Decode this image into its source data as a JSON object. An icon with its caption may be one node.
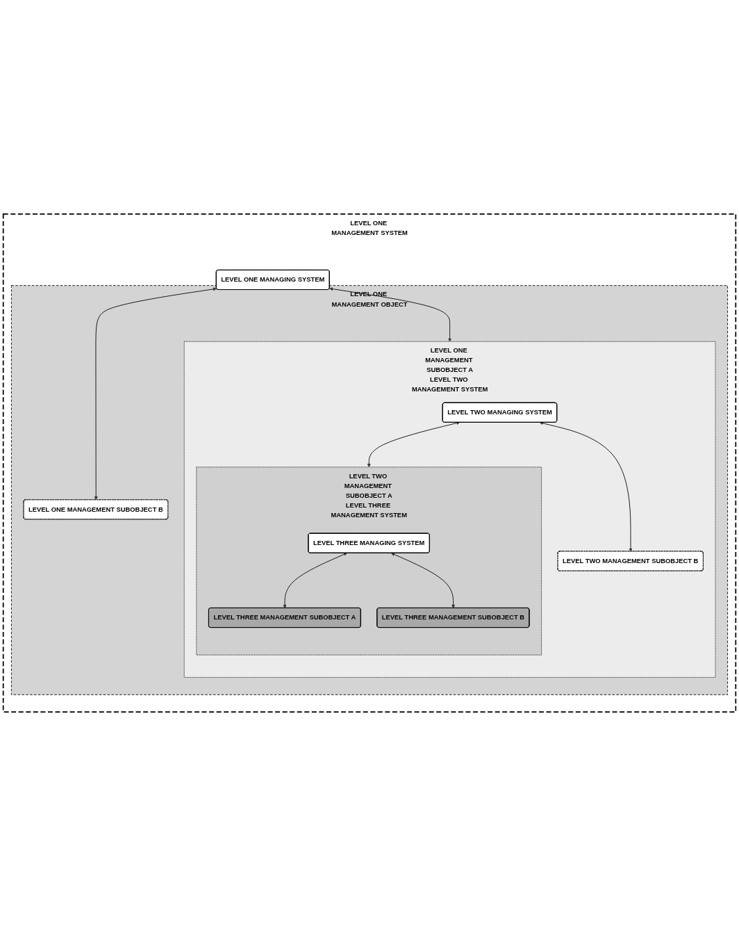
{
  "diagram": {
    "nodes": [
      {
        "text": [
          "LEVEL ONE MANAGEMENT SYSTEM"
        ]
      },
      {
        "text": [
          "LEVEL ONE MANAGING SYSTEM"
        ],
        "in": 0
      },
      {
        "text": [
          "LEVEL ONE MANAGEMENT OBJECT"
        ],
        "in": 0
      },
      {
        "text": [
          "LEVEL ONE MANAGEMENT SUBOBJECT A",
          "LEVEL TWO MANAGEMENT SYSTEM"
        ],
        "in": 2
      },
      {
        "text": [
          "LEVEL TWO MANAGING SYSTEM"
        ],
        "in": 3
      },
      {
        "text": [
          "LEVEL TWO MANAGEMENT SUBOBJECT A",
          "LEVEL THREE MANAGEMENT SYSTEM"
        ],
        "in": 3
      },
      {
        "text": [
          "LEVEL THREE MANAGING SYSTEM"
        ],
        "in": 5
      },
      {
        "text": [
          "LEVEL THREE MANAGEMENT SUBOBJECT A"
        ],
        "in": 5
      },
      {
        "text": [
          "LEVEL THREE MANAGEMENT SUBOBJECT B"
        ],
        "in": 5
      },
      {
        "text": [
          "LEVEL TWO MANAGEMENT SUBOBJECT B"
        ],
        "in": 3
      },
      {
        "text": [
          "LEVEL ONE MANAGEMENT SUBOBJECT B"
        ],
        "in": 2
      }
    ],
    "edges": [
      {
        "from": 1,
        "to": 3,
        "arrow": "both"
      },
      {
        "from": 1,
        "to": 10,
        "arrow": "both"
      },
      {
        "from": 4,
        "to": 5,
        "arrow": "both"
      },
      {
        "from": 4,
        "to": 9,
        "arrow": "both"
      },
      {
        "from": 6,
        "to": 7,
        "arrow": "both"
      },
      {
        "from": 6,
        "to": 8,
        "arrow": "both"
      }
    ]
  }
}
